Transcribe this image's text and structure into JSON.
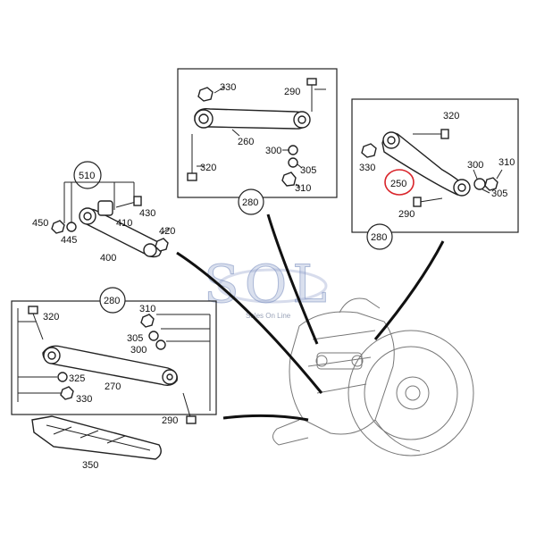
{
  "watermark": {
    "logo": "SOL",
    "tagline": "Sales On Line"
  },
  "accent_colors": {
    "highlight_circle": "#d9242a",
    "watermark_blue": "#8fa0cf",
    "ink": "#222222"
  },
  "callouts": {
    "tl_330": "330",
    "tl_290": "290",
    "tl_260": "260",
    "tl_320": "320",
    "tl_300": "300",
    "tl_305": "305",
    "tl_310": "310",
    "tl_280": "280",
    "tr_320": "320",
    "tr_330": "330",
    "tr_250": "250",
    "tr_300": "300",
    "tr_310": "310",
    "tr_305": "305",
    "tr_290": "290",
    "tr_280": "280",
    "l_510": "510",
    "l_450": "450",
    "l_445": "445",
    "l_410": "410",
    "l_430": "430",
    "l_420": "420",
    "l_400": "400",
    "b_280": "280",
    "b_320": "320",
    "b_310": "310",
    "b_305": "305",
    "b_300": "300",
    "b_325": "325",
    "b_270": "270",
    "b_330": "330",
    "b_290": "290",
    "b_350": "350"
  }
}
